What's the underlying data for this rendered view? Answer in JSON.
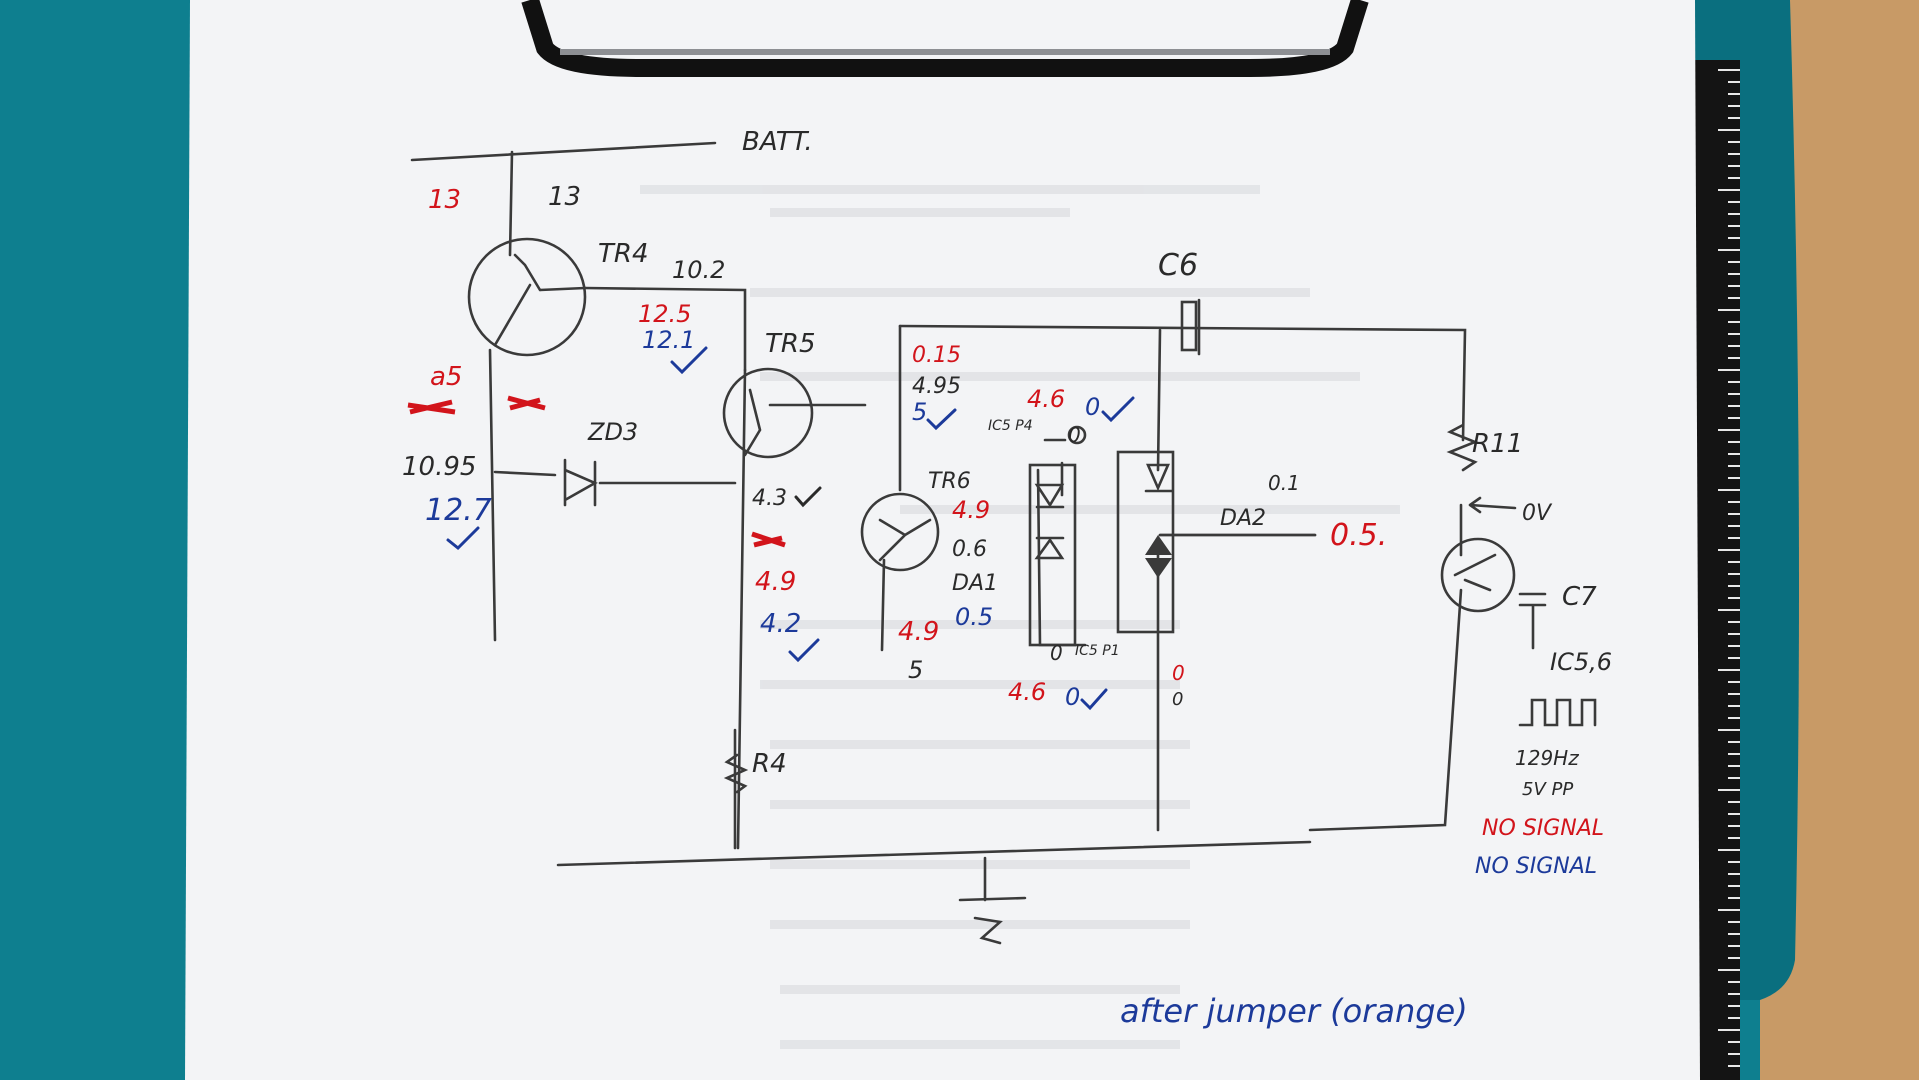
{
  "schematic": {
    "batt_label": "BATT.",
    "transistors": {
      "tr4": "TR4",
      "tr5": "TR5",
      "tr6": "TR6"
    },
    "components": {
      "c6": "C6",
      "c7": "C7",
      "zd3": "ZD3",
      "da1": "DA1",
      "da2": "DA2",
      "r4": "R4",
      "r11": "R11",
      "ic5_6": "IC5,6",
      "ic5_p4": "IC5 P4",
      "ic5_p1": "IC5 P1",
      "freq": "129Hz",
      "amplitude": "5V PP"
    },
    "readings": {
      "batt_red": "13",
      "batt_black": "13",
      "tr4_emitter": "10.2",
      "tr4_collector_red": "12.5",
      "tr4_collector_blue": "12.1",
      "left_red": "a5",
      "zd3_black": "10.95",
      "zd3_blue": "12.7",
      "tr5_red": "0.15",
      "tr5_black": "4.95",
      "tr5_blue": "5",
      "c6_red": "4.6",
      "c6_blue": "0",
      "ic5_p4_value": "0",
      "tr5_emitter": "4.3",
      "tr5_emitter_red": "4.9",
      "tr5_emitter_blue": "4.2",
      "tr6_red": "4.9",
      "tr6_black": "0.6",
      "da1_blue": "0.5",
      "tr6_bottom_red": "4.9",
      "tr6_bottom_black": "5",
      "ic5_p1_value": "0",
      "bottom_red": "4.6",
      "bottom_blue": "0",
      "da2_black": "0.1",
      "da2_red": "0.5.",
      "right_red_1": "0",
      "right_red_2": "0",
      "r11_black": "0V"
    },
    "status_red": "NO SIGNAL",
    "status_blue": "NO SIGNAL",
    "note": "after jumper (orange)"
  },
  "colors": {
    "paper": "#f3f4f6",
    "desk": "#0e7f8f",
    "red_ink": "#d2141b",
    "blue_ink": "#1c3a9a",
    "pencil": "#3a3a3a",
    "clipboard": "#111111"
  }
}
